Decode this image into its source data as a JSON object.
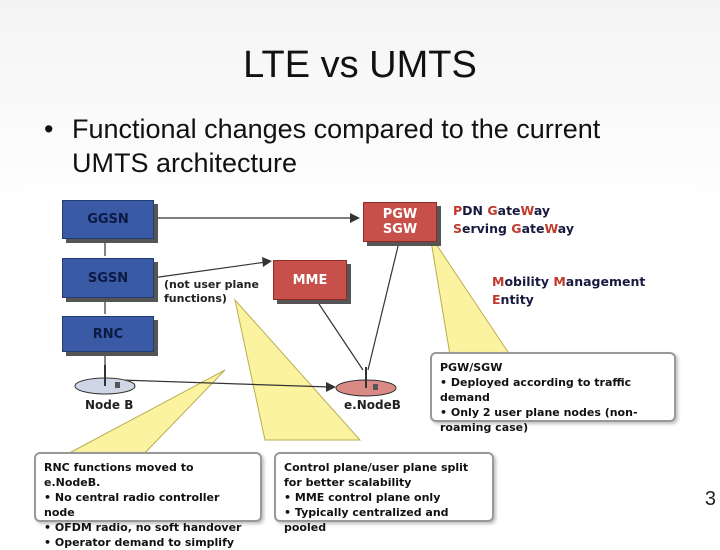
{
  "slide": {
    "title": "LTE vs UMTS",
    "bullet_symbol": "•",
    "bullet_text": "Functional changes compared to the current UMTS architecture",
    "page_number": "3"
  },
  "diagram": {
    "nodes": {
      "ggsn": "GGSN",
      "sgsn": "SGSN",
      "rnc": "RNC",
      "pgw": "PGW",
      "sgw": "SGW",
      "mme": "MME",
      "node_b": "Node B",
      "enode_b": "e.NodeB"
    },
    "not_user_plane_note": "(not user plane functions)",
    "acronyms": {
      "pdn": {
        "pre": "",
        "hl1": "P",
        "mid1": "DN ",
        "hl2": "G",
        "mid2": "ate",
        "hl3": "W",
        "post": "ay"
      },
      "serving": {
        "pre": "",
        "hl1": "S",
        "mid1": "erving ",
        "hl2": "G",
        "mid2": "ate",
        "hl3": "W",
        "post": "ay"
      },
      "mobility": {
        "hl1": "M",
        "mid1": "obility ",
        "hl2": "M",
        "mid2": "anagement ",
        "hl3": "E",
        "post": "ntity"
      }
    },
    "callouts": {
      "gateways": {
        "head": "PGW/SGW",
        "items": [
          "Deployed according to traffic demand",
          "Only 2 user plane nodes (non-roaming case)"
        ]
      },
      "rnc": {
        "head": "RNC functions moved to e.NodeB.",
        "items": [
          "No central radio controller node",
          "OFDM radio, no soft handover",
          "Operator demand to simplify"
        ]
      },
      "control_plane": {
        "head": "Control plane/user plane split for better scalability",
        "items": [
          "MME control plane only",
          "Typically centralized and pooled"
        ]
      }
    }
  },
  "colors": {
    "umts_box": "#3a5aa6",
    "lte_box": "#c8504a",
    "highlight": "#c0392b",
    "callout_yellow": "#fbf3a0"
  }
}
